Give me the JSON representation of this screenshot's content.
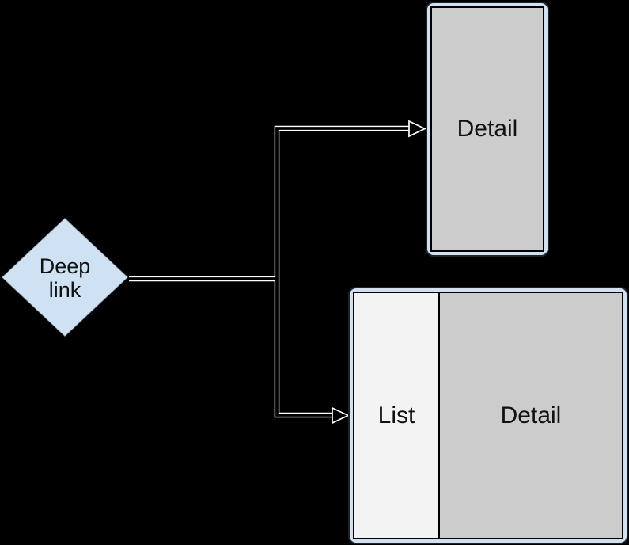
{
  "diamond": {
    "label": "Deep\nlink"
  },
  "screens": {
    "phone": {
      "label": "Detail"
    },
    "tablet": {
      "list_label": "List",
      "detail_label": "Detail"
    }
  },
  "colors": {
    "bg": "#000000",
    "frame": "#cfe2f3",
    "detail": "#cccccc",
    "list": "#f3f3f3",
    "ink": "#111111",
    "halo": "#ffffff",
    "core": "#000000"
  }
}
